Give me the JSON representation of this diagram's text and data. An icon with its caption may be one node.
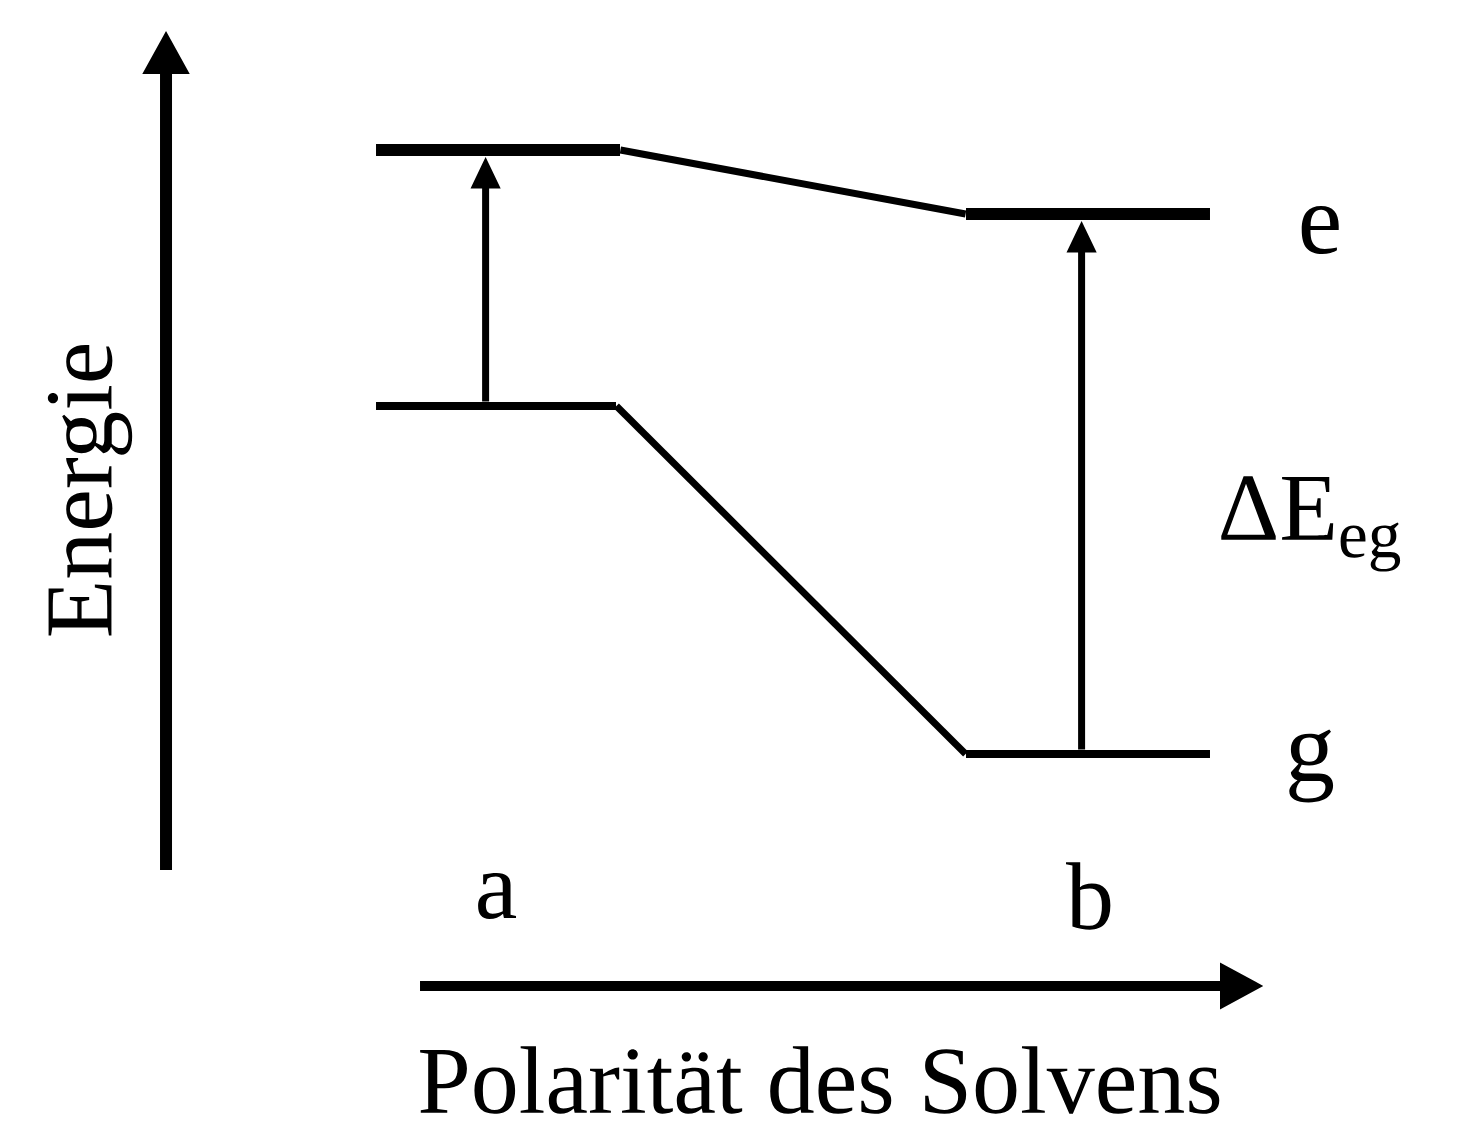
{
  "diagram": {
    "nodes": [
      {
        "text": [],
        "shape": "bar"
      },
      {
        "text": [],
        "shape": "bar"
      },
      {
        "text": [],
        "shape": "bar",
        "beside": [
          "e"
        ]
      },
      {
        "text": [],
        "shape": "bar",
        "beside": [
          "g"
        ]
      }
    ],
    "edges": [
      {
        "from": 1,
        "to": 0,
        "arrow": "to"
      },
      {
        "from": 3,
        "to": 2,
        "arrow": "to"
      },
      {
        "from": 0,
        "to": 2,
        "arrow": "none"
      },
      {
        "from": 1,
        "to": 3,
        "arrow": "none"
      }
    ],
    "labels": [
      "Energie",
      "a",
      "b",
      "ΔE$_{eg}$",
      "Polarität des Solvens"
    ]
  }
}
